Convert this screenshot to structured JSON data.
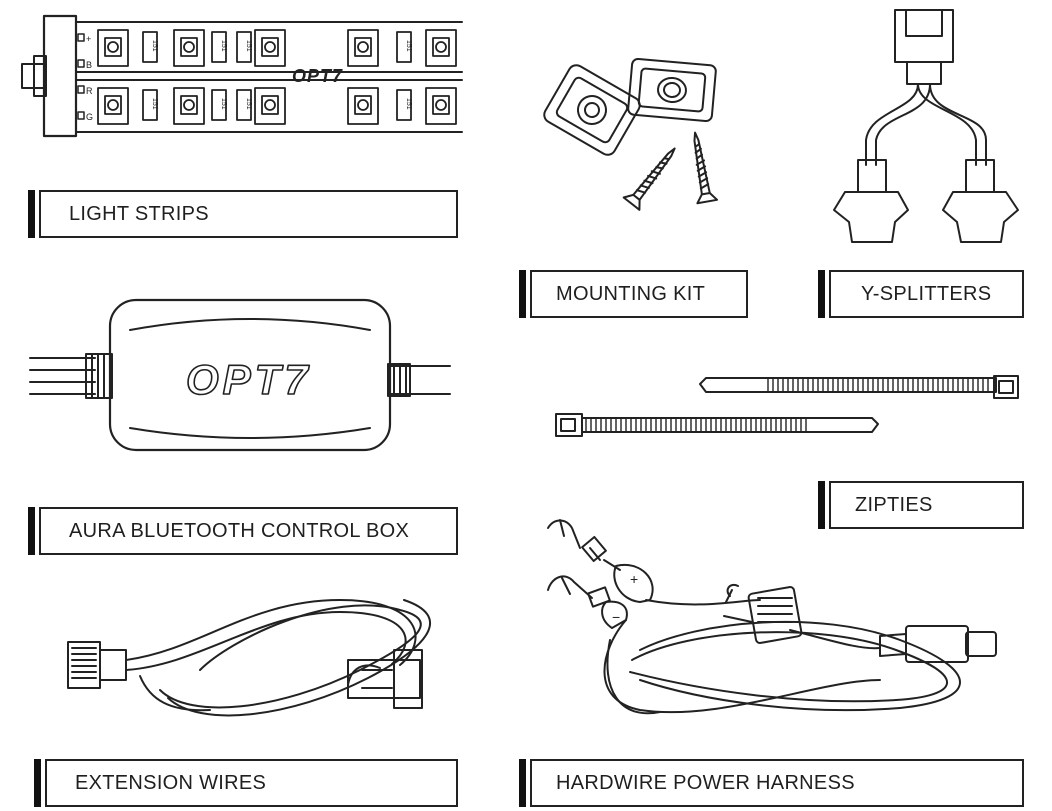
{
  "brand": {
    "strip_logo": "OPT7",
    "box_logo": "OPT7"
  },
  "strip": {
    "pin_labels": [
      "+",
      "B",
      "R",
      "G"
    ],
    "resistor_label": "151"
  },
  "harness": {
    "plus_sign": "+",
    "minus_sign": "−"
  },
  "labels": {
    "light_strips": "LIGHT STRIPS",
    "mounting_kit": "MOUNTING KIT",
    "y_splitters": "Y-SPLITTERS",
    "control_box": "AURA BLUETOOTH CONTROL BOX",
    "zipties": "ZIPTIES",
    "extension_wires": "EXTENSION WIRES",
    "power_harness": "HARDWIRE POWER HARNESS"
  }
}
